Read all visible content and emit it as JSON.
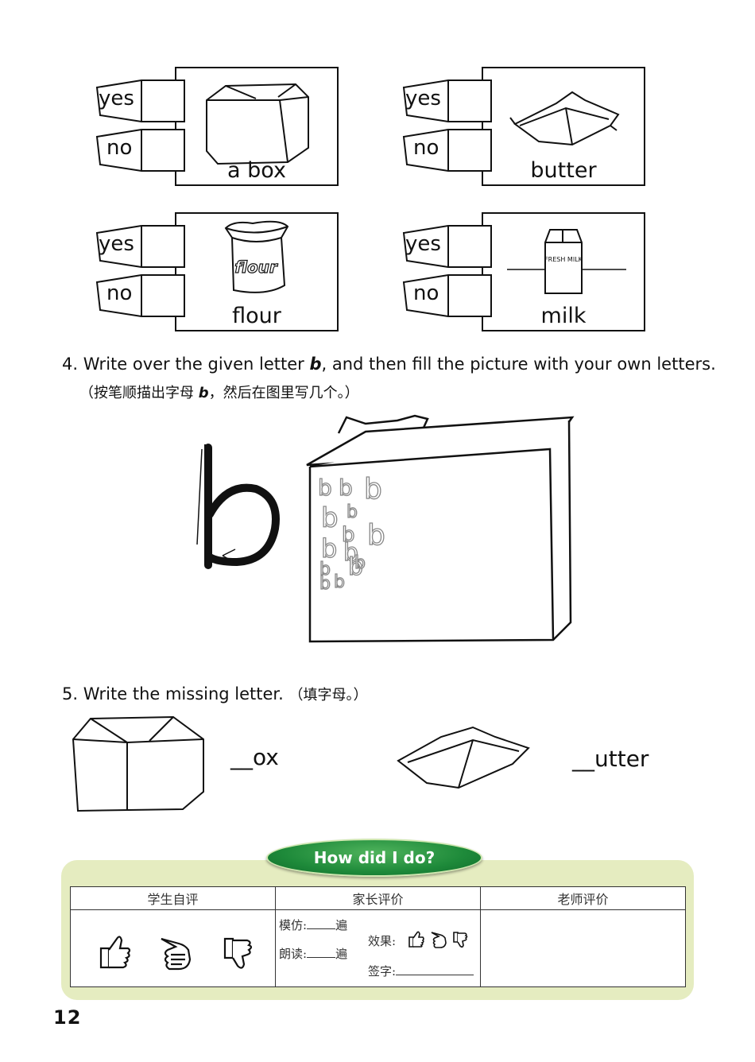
{
  "cards": [
    {
      "word": "a box",
      "image": "box-picture",
      "yes": "yes",
      "no": "no"
    },
    {
      "word": "butter",
      "image": "butter-picture",
      "yes": "yes",
      "no": "no"
    },
    {
      "word": "flour",
      "image": "flour-picture",
      "yes": "yes",
      "no": "no"
    },
    {
      "word": "milk",
      "image": "milk-picture",
      "yes": "yes",
      "no": "no"
    }
  ],
  "flour_label": "flour",
  "milk_label": "FRESH MILK",
  "q4": {
    "number": "4.",
    "text_before": "Write over the given letter ",
    "letter": "b",
    "text_after": ", and then fill the picture with your own letters.",
    "cn_before": "（按笔顺描出字母 ",
    "cn_letter": "b",
    "cn_after": "，然后在图里写几个。）",
    "sample_letters": [
      "b",
      "b",
      "b",
      "b",
      "b",
      "b",
      "b",
      "b",
      "b",
      "b",
      "b",
      "b",
      "b",
      "b"
    ]
  },
  "q5": {
    "text": "5. Write the missing letter.",
    "cn": "（填字母。）",
    "items": [
      "__ox",
      "__utter"
    ]
  },
  "evaluation": {
    "title": "How did I do?",
    "col_student": "学生自评",
    "col_parent": "家长评价",
    "col_teacher": "老师评价",
    "imitate": "模仿:",
    "read": "朗读:",
    "times": "遍",
    "effect": "效果:",
    "sign": "签字:"
  },
  "page_number": "12"
}
